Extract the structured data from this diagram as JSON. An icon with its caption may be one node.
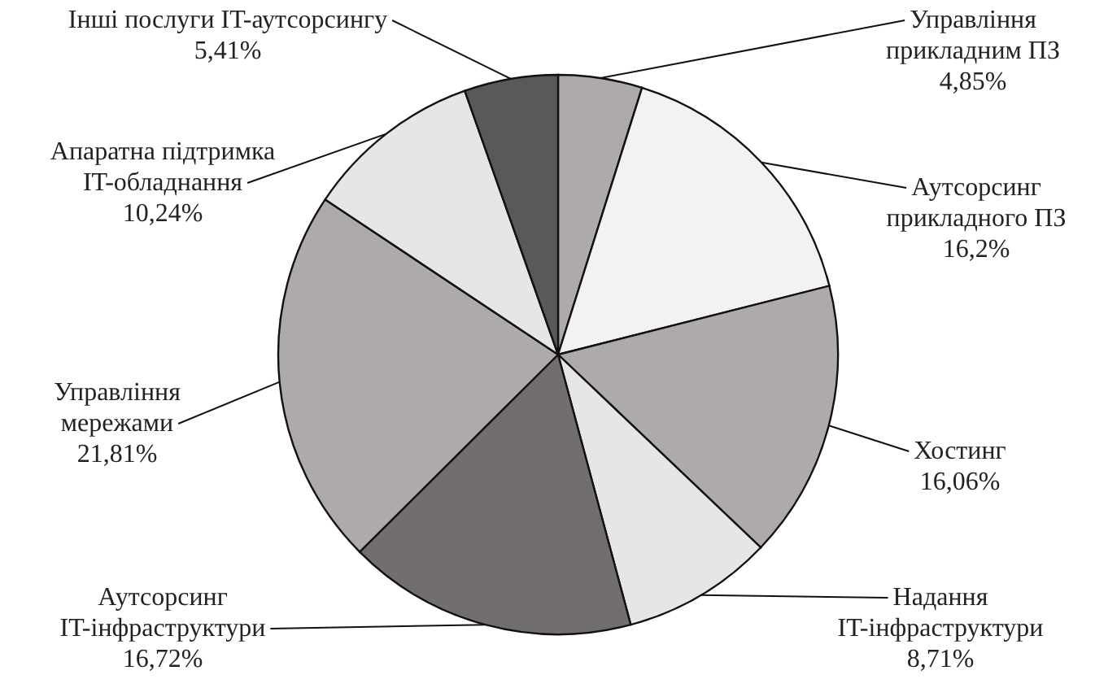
{
  "diagram": {
    "chart_data": {
      "type": "pie",
      "categories": [
        "Управління прикладним ПЗ",
        "Аутсорсинг прикладного ПЗ",
        "Хостинг",
        "Надання IT-інфраструктури",
        "Аутсорсинг IT-інфраструктури",
        "Управління мережами",
        "Апаратна підтримка IT-обладнання",
        "Інші послуги IT-аутсорсингу"
      ],
      "values": [
        4.85,
        16.2,
        16.06,
        8.71,
        16.72,
        21.81,
        10.24,
        5.41
      ],
      "colors": [
        "#aeaaaa",
        "#f2f2f2",
        "#aeaaaa",
        "#e6e6e6",
        "#726e6e",
        "#aeaaaa",
        "#e6e6e6",
        "#595959"
      ],
      "data_labels": true,
      "value_labels": [
        "4,85%",
        "16,2%",
        "16,06%",
        "8,71%",
        "16,72%",
        "21,81%",
        "10,24%",
        "5,41%"
      ]
    }
  }
}
